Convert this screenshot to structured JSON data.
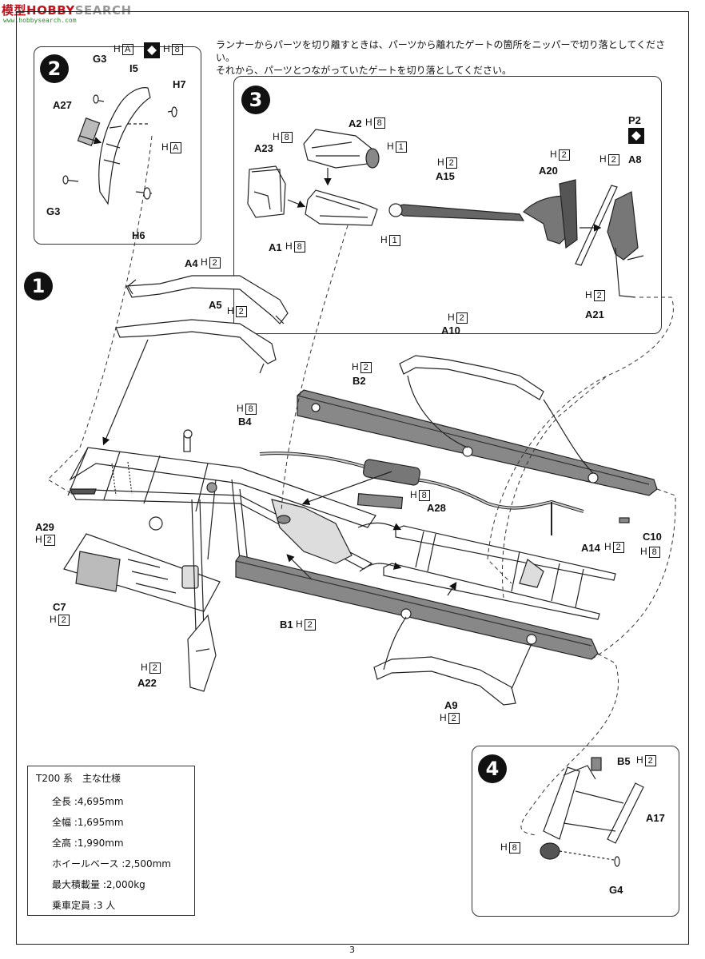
{
  "watermark": {
    "part1": "模型",
    "part2": "HOBBY",
    "part3": "SEARCH",
    "sub": "www.hobbysearch.com"
  },
  "note": {
    "line1": "ランナーからパーツを切り離すときは、パーツから離れたゲートの箇所をニッパーで切り落としてください。",
    "line2": "それから、パーツとつながっていたゲートを切り落としてください。"
  },
  "steps": {
    "s1": "1",
    "s2": "2",
    "s3": "3",
    "s4": "4"
  },
  "labels": {
    "g3a": "G3",
    "i5": "I5",
    "h7": "H7",
    "a27": "A27",
    "g3b": "G3",
    "h6": "H6",
    "a2": "A2",
    "a23": "A23",
    "a1": "A1",
    "a15": "A15",
    "a20": "A20",
    "p2": "P2",
    "a8": "A8",
    "a21": "A21",
    "a4": "A4",
    "a5": "A5",
    "a10": "A10",
    "b2": "B2",
    "b4": "B4",
    "a28": "A28",
    "c10": "C10",
    "a29": "A29",
    "a14": "A14",
    "c7": "C7",
    "b1": "B1",
    "a22": "A22",
    "a9": "A9",
    "b5": "B5",
    "a17": "A17",
    "g4": "G4"
  },
  "h_marks": {
    "H": "H",
    "A": "A",
    "1": "1",
    "2": "2",
    "8": "8"
  },
  "spec": {
    "title": "T200 系　主な仕様",
    "rows": [
      "全長 :4,695mm",
      "全幅 :1,695mm",
      "全高 :1,990mm",
      "ホイールベース :2,500mm",
      "最大積載量 :2,000kg",
      "乗車定員 :3 人"
    ]
  },
  "page_number": "3"
}
